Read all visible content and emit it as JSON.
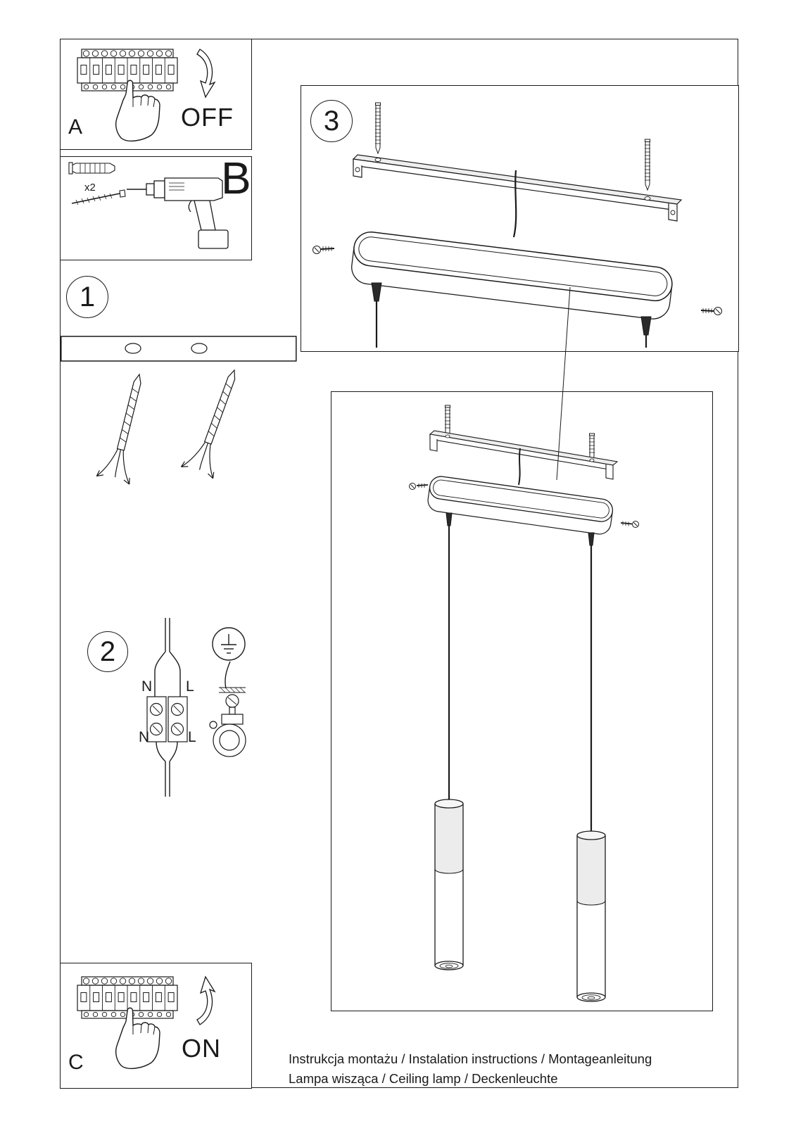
{
  "document": {
    "footer_line1": "Instrukcja montażu / Instalation instructions / Montageanleitung",
    "footer_line2": "Lampa wisząca / Ceiling lamp / Deckenleuchte"
  },
  "panels": {
    "a": {
      "label": "A",
      "action": "OFF"
    },
    "b": {
      "label": "B",
      "quantity": "x2"
    },
    "c": {
      "label": "C",
      "action": "ON"
    }
  },
  "steps": {
    "step1": {
      "number": "1"
    },
    "step2": {
      "number": "2",
      "wire_labels": {
        "n_top": "N",
        "l_top": "L",
        "n_bottom": "N",
        "l_bottom": "L"
      }
    },
    "step3": {
      "number": "3"
    }
  },
  "colors": {
    "line": "#1a1a1a",
    "background": "#ffffff"
  }
}
